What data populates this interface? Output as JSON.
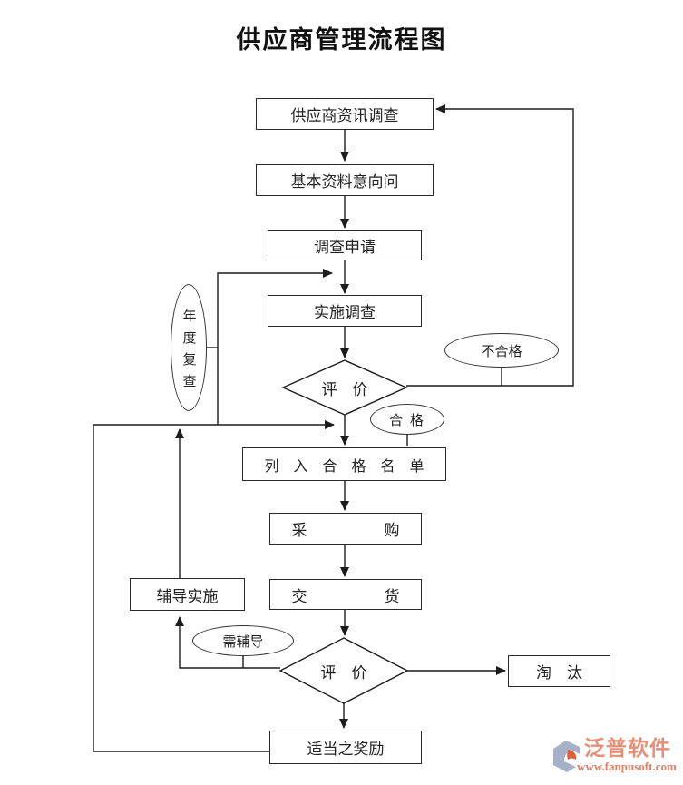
{
  "title": "供应商管理流程图",
  "nodes": {
    "supplier_info_survey": {
      "label": "供应商资讯调查"
    },
    "basic_info_inquiry": {
      "label": "基本资料意向问"
    },
    "survey_application": {
      "label": "调查申请"
    },
    "implement_survey": {
      "label": "实施调查"
    },
    "evaluation_1": {
      "label": "评　价"
    },
    "unqualified": {
      "label": "不合格"
    },
    "qualified": {
      "label": "合 格"
    },
    "annual_review": {
      "label": "年度复查"
    },
    "qualified_list": {
      "label": "列　入　合　格　名　单"
    },
    "purchase": {
      "label": "采　　　　　购"
    },
    "delivery": {
      "label": "交　　　　　货"
    },
    "coaching_implement": {
      "label": "辅导实施"
    },
    "need_coaching": {
      "label": "需辅导"
    },
    "evaluation_2": {
      "label": "评　价"
    },
    "eliminate": {
      "label": "淘　汰"
    },
    "reward": {
      "label": "适当之奖励"
    }
  },
  "watermark": {
    "brand": "泛普软件",
    "url": "www.fanpusoft.com"
  },
  "colors": {
    "line": "#1c1c1c",
    "watermark_brand": "#e78f76",
    "watermark_url": "#e08066",
    "logo_gray": "#a6b0c8",
    "logo_orange": "#dd5f35"
  }
}
